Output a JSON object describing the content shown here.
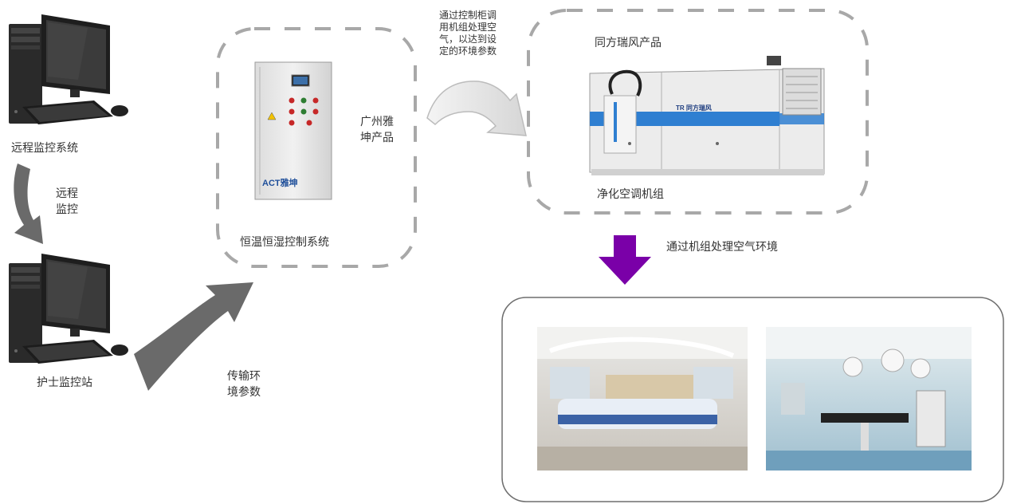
{
  "labels": {
    "remote_monitor": "远程监控系统",
    "remote_control": "远程\n监控",
    "nurse_station": "护士监控站",
    "transmit": "传输环\n境参数",
    "guangzhou_product": "广州雅\n坤产品",
    "control_system": "恒温恒湿控制系统",
    "control_note": "通过控制柜调\n用机组处理空\n气，以达到设\n定的环境参数",
    "tongfang_product": "同方瑞风产品",
    "purification_unit": "净化空调机组",
    "process_air": "通过机组处理空气环境"
  },
  "cabinet": {
    "logo_text": "ACT雅坤"
  },
  "ahu": {
    "logo_text": "TR 同方瑞风"
  },
  "colors": {
    "purple_arrow": "#7a00a8",
    "grey_arrow": "#6a6a6a",
    "dash": "#a8a8a8"
  }
}
